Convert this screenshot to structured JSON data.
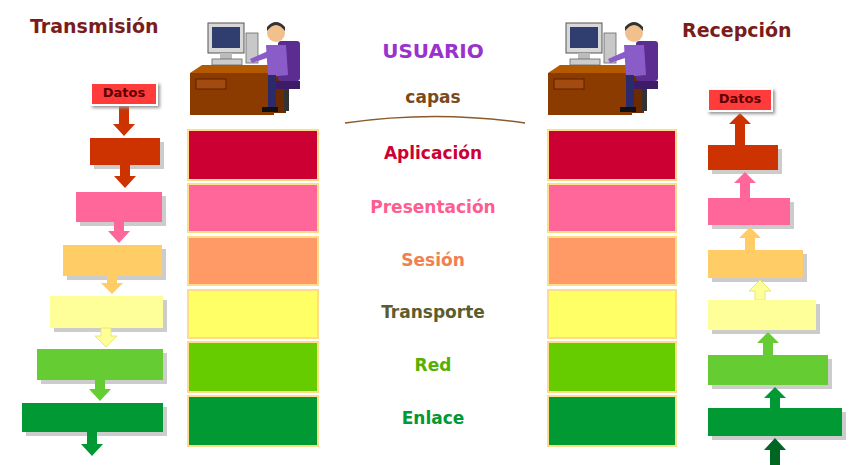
{
  "diagram": {
    "nodes": [
      {
        "text": [
          "Datos"
        ]
      },
      {
        "text": [
          "Datos"
        ]
      }
    ],
    "labels": [
      "Transmisión",
      "USUARIO",
      "Recepción",
      "capas",
      "Aplicación",
      "Presentación",
      "Sesión",
      "Transporte",
      "Red",
      "Enlace"
    ]
  }
}
